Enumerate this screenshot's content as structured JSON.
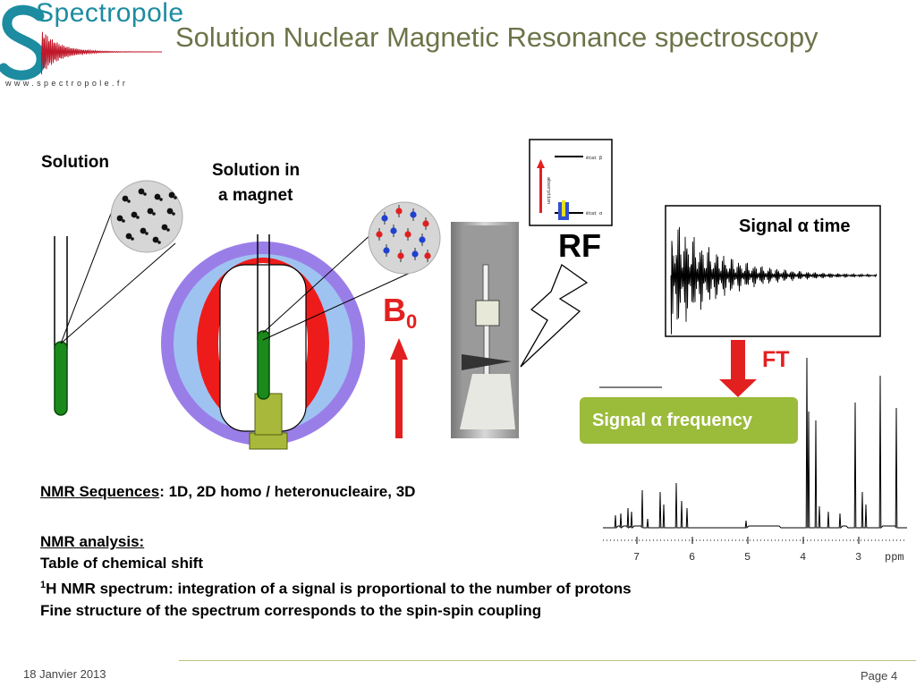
{
  "header": {
    "logo_text": "Spectropole",
    "logo_url": "www.spectropole.fr",
    "title": "Solution Nuclear Magnetic Resonance spectroscopy"
  },
  "diagram": {
    "solution_label": "Solution",
    "magnet_label_line1": "Solution in",
    "magnet_label_line2": "a magnet",
    "b0_label": "B",
    "b0_sub": "0",
    "rf_label": "RF",
    "ft_label": "FT",
    "signal_time_label": "Signal α time",
    "signal_frequency_label": "Signal α frequency",
    "inset_state_beta": "état β",
    "inset_state_alpha": "état α",
    "inset_axis_label": "absorption",
    "spectrum_axis_ticks": [
      "7",
      "6",
      "5",
      "4",
      "3"
    ],
    "spectrum_axis_unit": "ppm",
    "colors": {
      "accent_green": "#9bbb3a",
      "arrow_red": "#e32020",
      "title_olive": "#6b7448",
      "tube_green": "#1a8a1a"
    }
  },
  "content": {
    "sequences_label": "NMR Sequences",
    "sequences_text": ": 1D, 2D homo / heteronucleaire, 3D",
    "analysis_title": "NMR analysis:",
    "analysis_line1": "Table of chemical shift",
    "analysis_line2_sup": "1",
    "analysis_line2": "H NMR spectrum: integration of a signal is proportional to the number of protons",
    "analysis_line3": "Fine structure of the spectrum corresponds to the spin-spin coupling"
  },
  "footer": {
    "date": "18 Janvier 2013",
    "page": "Page 4"
  }
}
